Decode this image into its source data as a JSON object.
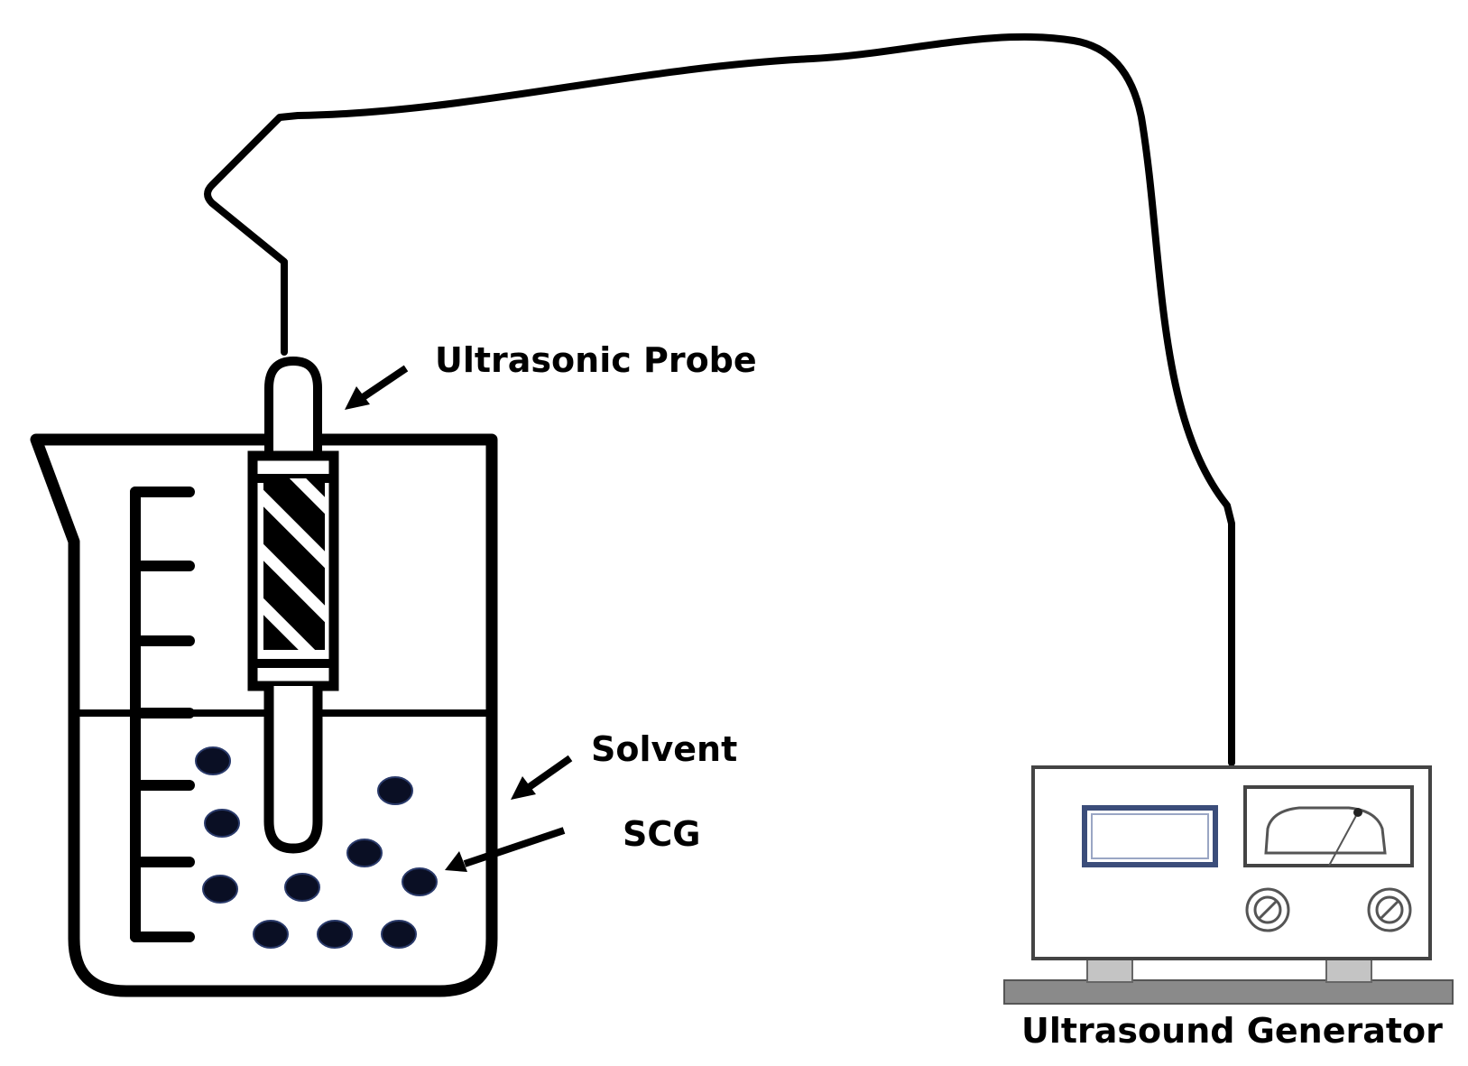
{
  "labels": {
    "probe": "Ultrasonic Probe",
    "solvent": "Solvent",
    "scg": "SCG",
    "generator": "Ultrasound Generator"
  },
  "colors": {
    "line": "#000000",
    "particle": "#0a0f24",
    "particle_edge": "#2a3a6a",
    "generator_body": "#ffffff",
    "generator_stroke": "#444444",
    "display_frame": "#3b4d7a",
    "base": "#8a8a8a",
    "feet": "#bdbdbd"
  }
}
